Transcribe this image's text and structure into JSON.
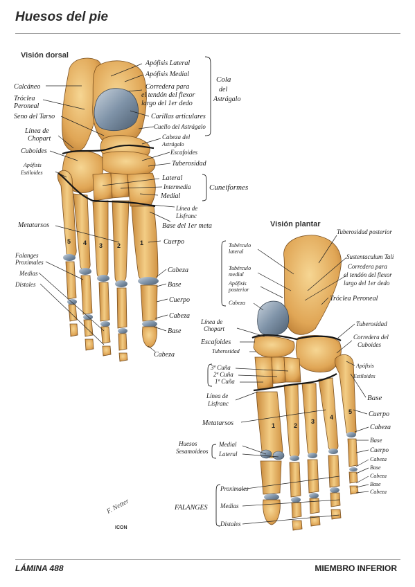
{
  "page": {
    "title": "Huesos del pie",
    "footer_left": "LÁMINA 488",
    "footer_right": "MIEMBRO INFERIOR",
    "signature": "F. Netter",
    "publisher": "ICON"
  },
  "views": {
    "dorsal": "Visión dorsal",
    "plantar": "Visión plantar"
  },
  "dorsal_labels": {
    "apofisis_lateral": "Apófisis Lateral",
    "apofisis_medial": "Apófisis Medial",
    "corredera_1": "Corredera para",
    "corredera_2": "el tendón del flexor",
    "corredera_3": "largo del 1er dedo",
    "carillas": "Carillas articulares",
    "cuello": "Cuello del Astrágalo",
    "cabeza_1": "Cabeza del",
    "cabeza_2": "Astrágalo",
    "cola_1": "Cola",
    "cola_2": "del",
    "cola_3": "Astrágalo",
    "calcaneo": "Calcáneo",
    "troclea_1": "Tróclea",
    "troclea_2": "Peroneal",
    "seno": "Seno del Tarso",
    "chopart_1": "Línea de",
    "chopart_2": "Chopart",
    "cuboides": "Cuboides",
    "estiloides_1": "Apófisis",
    "estiloides_2": "Estiloides",
    "escafoides": "Escafoides",
    "tuberosidad": "Tuberosidad",
    "lateral": "Lateral",
    "intermedia": "Intermedia",
    "medial": "Medial",
    "cuneiformes": "Cuneiformes",
    "lisfranc_1": "Línea de",
    "lisfranc_2": "Lisfranc",
    "base_meta": "Base del 1er meta",
    "metatarsos": "Metatarsos",
    "cuerpo": "Cuerpo",
    "falanges_1": "Falanges",
    "falanges_2": "Proximales",
    "cabeza_a": "Cabeza",
    "base_a": "Base",
    "medias": "Medias",
    "cuerpo_b": "Cuerpo",
    "distales": "Distales",
    "cabeza_b": "Cabeza",
    "base_b": "Base",
    "cabeza_c": "Cabeza",
    "digits": [
      "5",
      "4",
      "3",
      "2",
      "1"
    ]
  },
  "plantar_labels": {
    "tub_posterior": "Tuberosidad posterior",
    "tub_lateral_1": "Tubérculo",
    "tub_lateral_2": "lateral",
    "tub_medial_1": "Tubérculo",
    "tub_medial_2": "medial",
    "apof_post_1": "Apófisis",
    "apof_post_2": "posterior",
    "cabeza": "Cabeza",
    "sustentaculum": "Sustentaculum Tali",
    "corredera_1": "Corredera para",
    "corredera_2": "el tendón del flexor",
    "corredera_3": "largo del 1er dedo",
    "troclea": "Tróclea Peroneal",
    "chopart_1": "Línea de",
    "chopart_2": "Chopart",
    "escafoides": "Escafoides",
    "tuberosidad": "Tuberosidad",
    "tuberosidad_r": "Tuberosidad",
    "corredera_cub_1": "Corredera del",
    "corredera_cub_2": "Cuboides",
    "cuna_3": "3ª Cuña",
    "cuna_2": "2ª Cuña",
    "cuna_1": "1ª Cuña",
    "estiloides_1": "Apófisis",
    "estiloides_2": "Estiloides",
    "lisfranc_1": "Línea de",
    "lisfranc_2": "Lisfranc",
    "base": "Base",
    "cuerpo": "Cuerpo",
    "metatarsos": "Metatarsos",
    "huesos_1": "Huesos",
    "huesos_2": "Sesamoideos",
    "ses_medial": "Medial",
    "ses_lateral": "Lateral",
    "base_2": "Base",
    "cuerpo_2": "Cuerpo",
    "cabeza_2": "Cabeza",
    "base_3": "Base",
    "cabeza_3": "Cabeza",
    "base_4": "Base",
    "cabeza_4": "Cabeza",
    "falanges": "FALANGES",
    "proximales": "Proximales",
    "medias": "Medias",
    "distales": "Distales",
    "digits": [
      "1",
      "2",
      "3",
      "4",
      "5"
    ]
  },
  "colors": {
    "bone_light": "#f3cd85",
    "bone_mid": "#e0a656",
    "bone_dark": "#b97b33",
    "cartilage": "#7f93a8",
    "ink": "#1a1a1a"
  }
}
